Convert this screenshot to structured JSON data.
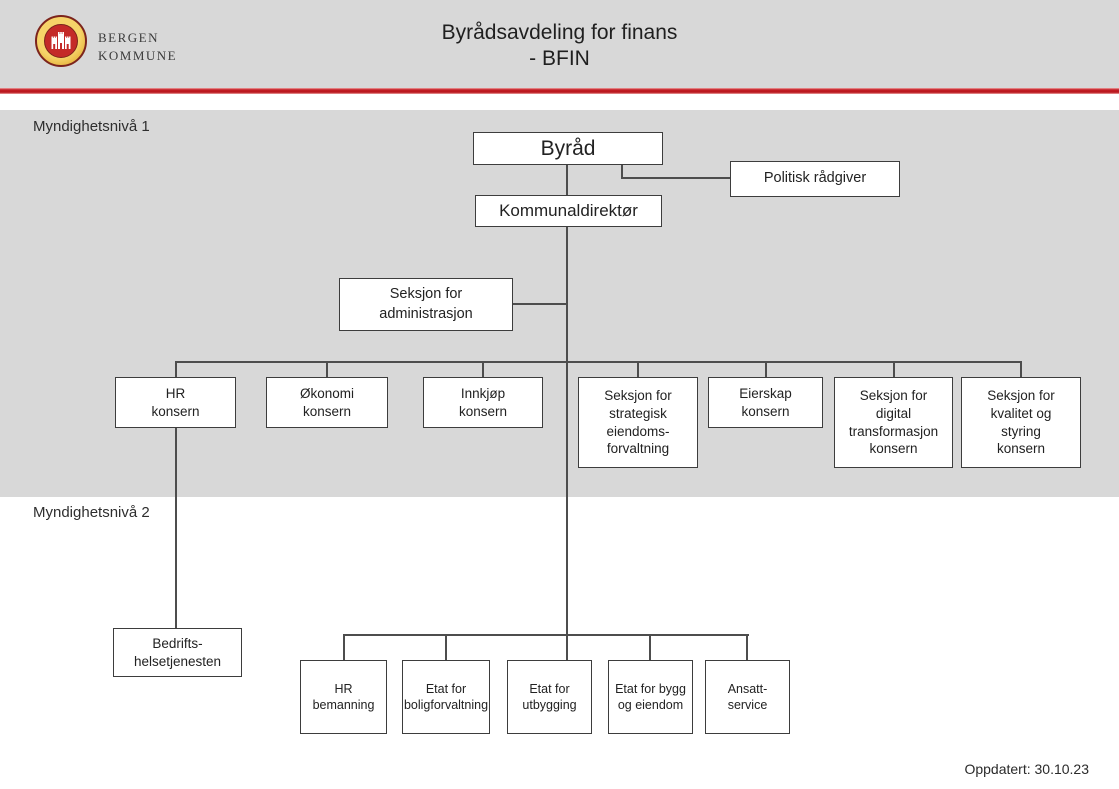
{
  "header": {
    "logo": {
      "line1": "BERGEN",
      "line2": "KOMMUNE",
      "seal": "bergen-city-seal-castle"
    },
    "title": {
      "line1": "Byrådsavdeling for finans",
      "line2": "- BFIN"
    }
  },
  "sections": {
    "level1_label": "Myndighetsnivå 1",
    "level2_label": "Myndighetsnivå 2"
  },
  "footer": {
    "updated": "Oppdatert: 30.10.23"
  },
  "colors": {
    "band_gray": "#d8d8d8",
    "red_line": "#c41e25",
    "box_border": "#3d3d3d",
    "connector": "#4d4d4d",
    "seal_gold": "#e8b43a",
    "seal_red": "#c42a28"
  },
  "nodes": [
    {
      "id": "byrad",
      "label": "Byråd"
    },
    {
      "id": "politisk-radgiver",
      "label": "Politisk rådgiver"
    },
    {
      "id": "kommunaldirektor",
      "label": "Kommunaldirektør"
    },
    {
      "id": "seksjon-for-administrasjon",
      "label": "Seksjon for\nadministrasjon"
    },
    {
      "id": "hr-konsern",
      "label": "HR\nkonsern"
    },
    {
      "id": "okonomi-konsern",
      "label": "Økonomi\nkonsern"
    },
    {
      "id": "innkjop-konsern",
      "label": "Innkjøp\nkonsern"
    },
    {
      "id": "seksjon-for-strategisk-eiendomsforvaltning",
      "label": "Seksjon for\nstrategisk\neiendoms-\nforvaltning"
    },
    {
      "id": "eierskap-konsern",
      "label": "Eierskap\nkonsern"
    },
    {
      "id": "seksjon-for-digital-transformasjon-konsern",
      "label": "Seksjon for\ndigital\ntransformasjon\nkonsern"
    },
    {
      "id": "seksjon-for-kvalitet-og-styring-konsern",
      "label": "Seksjon for\nkvalitet og\nstyring\nkonsern"
    },
    {
      "id": "bedriftshelsetjenesten",
      "label": "Bedrifts-\nhelsetjenesten"
    },
    {
      "id": "hr-bemanning",
      "label": "HR\nbemanning"
    },
    {
      "id": "etat-for-boligforvaltning",
      "label": "Etat for\nboligforvaltning"
    },
    {
      "id": "etat-for-utbygging",
      "label": "Etat for\nutbygging"
    },
    {
      "id": "etat-for-bygg-og-eiendom",
      "label": "Etat for bygg\nog eiendom"
    },
    {
      "id": "ansatt-service",
      "label": "Ansatt-\nservice"
    }
  ]
}
